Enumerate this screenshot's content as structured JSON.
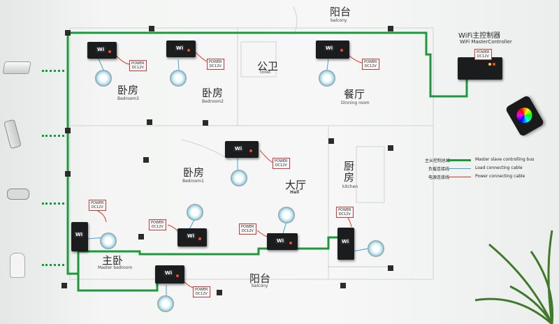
{
  "rooms": {
    "balcony_top": {
      "cn": "阳台",
      "en": "balcony"
    },
    "bedroom3": {
      "cn": "卧房",
      "en": "Bedroom3"
    },
    "bedroom2": {
      "cn": "卧房",
      "en": "Bedroom2"
    },
    "toilet": {
      "cn": "公卫",
      "en": "toilet"
    },
    "dining": {
      "cn": "餐厅",
      "en": "Dinning room"
    },
    "bedroom1": {
      "cn": "卧房",
      "en": "Bedroom1"
    },
    "hall": {
      "cn": "大厅",
      "en": "Hall"
    },
    "kitchen": {
      "cn": "厨\n房",
      "en": "kitchen"
    },
    "master": {
      "cn": "主卧",
      "en": "Master bedroom"
    },
    "balcony_bottom": {
      "cn": "阳台",
      "en": "balcony"
    }
  },
  "controller": {
    "cn": "WiFi主控制器",
    "en": "WiFi MasterController"
  },
  "power_tag": {
    "line1": "POWER",
    "line2": "DC12V"
  },
  "device_badge": "Wi",
  "legend": [
    {
      "cn": "主从控制总线",
      "en": "Master slave controlling bus",
      "color": "#1a9a3a"
    },
    {
      "cn": "负载连接线",
      "en": "Load  connecting  cable",
      "color": "#3aa7e0"
    },
    {
      "cn": "电源连接线",
      "en": "Power connecting cable",
      "color": "#e03a2a"
    }
  ],
  "colors": {
    "bus": "#1a9a3a",
    "load": "#3aa7e0",
    "power": "#e03a2a",
    "ctrl": "#1b1c1e"
  },
  "side_devices": [
    "projector-icon",
    "remote-control-icon",
    "camera-icon",
    "sensor-icon"
  ]
}
